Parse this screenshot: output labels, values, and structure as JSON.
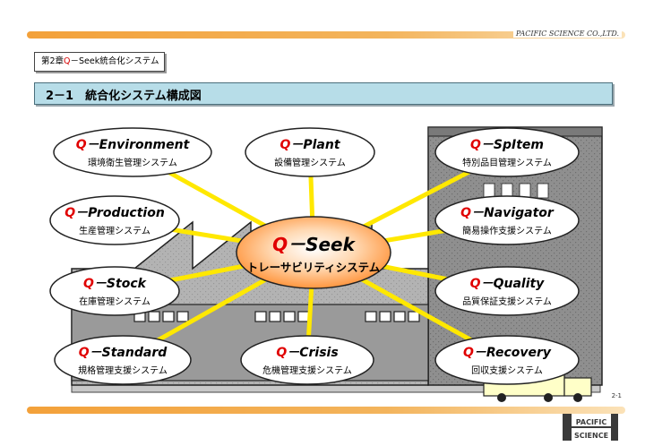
{
  "header": {
    "company": "PACIFIC SCIENCE CO.,LTD."
  },
  "chapter": {
    "prefix": "第2章",
    "q": "Q",
    "suffix": "－Seek統合化システム"
  },
  "section_title": "2－1　統合化システム構成図",
  "center": {
    "q": "Q",
    "name": "－Seek",
    "subtitle": "トレーサビリティシステム"
  },
  "nodes": [
    {
      "id": "environment",
      "q": "Q",
      "name": "－Environment",
      "subtitle": "環境衛生管理システム"
    },
    {
      "id": "plant",
      "q": "Q",
      "name": "－Plant",
      "subtitle": "設備管理システム"
    },
    {
      "id": "spitem",
      "q": "Q",
      "name": "－SpItem",
      "subtitle": "特別品目管理システム"
    },
    {
      "id": "production",
      "q": "Q",
      "name": "－Production",
      "subtitle": "生産管理システム"
    },
    {
      "id": "navigator",
      "q": "Q",
      "name": "－Navigator",
      "subtitle": "簡易操作支援システム"
    },
    {
      "id": "stock",
      "q": "Q",
      "name": "－Stock",
      "subtitle": "在庫管理システム"
    },
    {
      "id": "quality",
      "q": "Q",
      "name": "－Quality",
      "subtitle": "品質保証支援システム"
    },
    {
      "id": "standard",
      "q": "Q",
      "name": "－Standard",
      "subtitle": "規格管理支援システム"
    },
    {
      "id": "crisis",
      "q": "Q",
      "name": "－Crisis",
      "subtitle": "危機管理支援システム"
    },
    {
      "id": "recovery",
      "q": "Q",
      "name": "－Recovery",
      "subtitle": "回収支援システム"
    }
  ],
  "footer": {
    "page": "2-1",
    "logo_line1": "PACIFIC",
    "logo_line2": "SCIENCE"
  },
  "colors": {
    "q_red": "#e00000",
    "connector": "#ffe800",
    "title_bg": "#b7dde8",
    "bar": "#f3a13a"
  }
}
